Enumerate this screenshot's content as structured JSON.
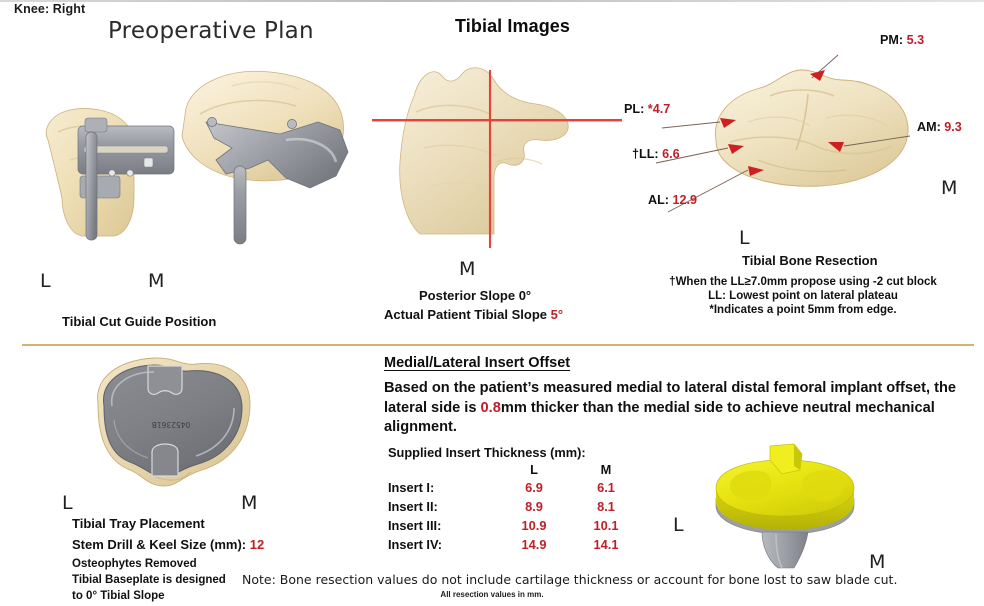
{
  "header": {
    "knee_label": "Knee: Right",
    "plan_title": "Preoperative Plan",
    "tibial_images_title": "Tibial Images"
  },
  "cut_guide": {
    "lateral_letter": "L",
    "medial_letter": "M",
    "caption": "Tibial Cut Guide Position"
  },
  "tibial_images": {
    "medial_letter": "M",
    "posterior_slope": "Posterior Slope 0°",
    "actual_slope_prefix": "Actual Patient Tibial Slope ",
    "actual_slope_value": "5°"
  },
  "resection": {
    "title": "Tibial Bone Resection",
    "lateral_letter": "L",
    "medial_letter": "M",
    "measurements": [
      {
        "name": "pm",
        "label": "PM: ",
        "value": "5.3"
      },
      {
        "name": "pl",
        "label": "PL: ",
        "value": "*4.7"
      },
      {
        "name": "ll",
        "label": "†LL: ",
        "value": "6.6"
      },
      {
        "name": "al",
        "label": "AL: ",
        "value": "12.9"
      },
      {
        "name": "am",
        "label": "AM: ",
        "value": "9.3"
      }
    ],
    "footnotes": [
      "†When the LL≥7.0mm propose using -2 cut block",
      "LL: Lowest point on lateral plateau",
      "*Indicates a point 5mm from edge."
    ]
  },
  "tray": {
    "lateral_letter": "L",
    "medial_letter": "M",
    "placement_caption": "Tibial Tray Placement",
    "stem_label": "Stem Drill & Keel Size (mm): ",
    "stem_value": "12",
    "osteophytes": "Osteophytes Removed",
    "baseplate_line1": "Tibial Baseplate is designed",
    "baseplate_line2": "to 0° Tibial Slope",
    "engraving": "0452361B"
  },
  "insert_offset": {
    "heading": "Medial/Lateral Insert Offset",
    "desc_part1": "Based on the patient’s measured medial to lateral distal femoral implant offset, the lateral side is ",
    "desc_value": "0.8",
    "desc_part2": "mm thicker than the medial side to achieve neutral mechanical alignment.",
    "table_title": "Supplied Insert Thickness (mm):",
    "col_lateral": "L",
    "col_medial": "M",
    "rows": [
      {
        "label": "Insert I:",
        "lateral": "6.9",
        "medial": "6.1"
      },
      {
        "label": "Insert II:",
        "lateral": "8.9",
        "medial": "8.1"
      },
      {
        "label": "Insert III:",
        "lateral": "10.9",
        "medial": "10.1"
      },
      {
        "label": "Insert IV:",
        "lateral": "14.9",
        "medial": "14.1"
      }
    ],
    "insert_lateral_letter": "L",
    "insert_medial_letter": "M"
  },
  "footer": {
    "note": "Note: Bone resection values do not include cartilage thickness or account for bone lost to saw blade cut.",
    "units": "All resection values in mm."
  },
  "colors": {
    "accent_red": "#bf2028",
    "divider_gold": "#d6b272",
    "bone": "#efdfb8",
    "implant_gray": "#8e8e92",
    "insert_yellow": "#e8e412"
  }
}
